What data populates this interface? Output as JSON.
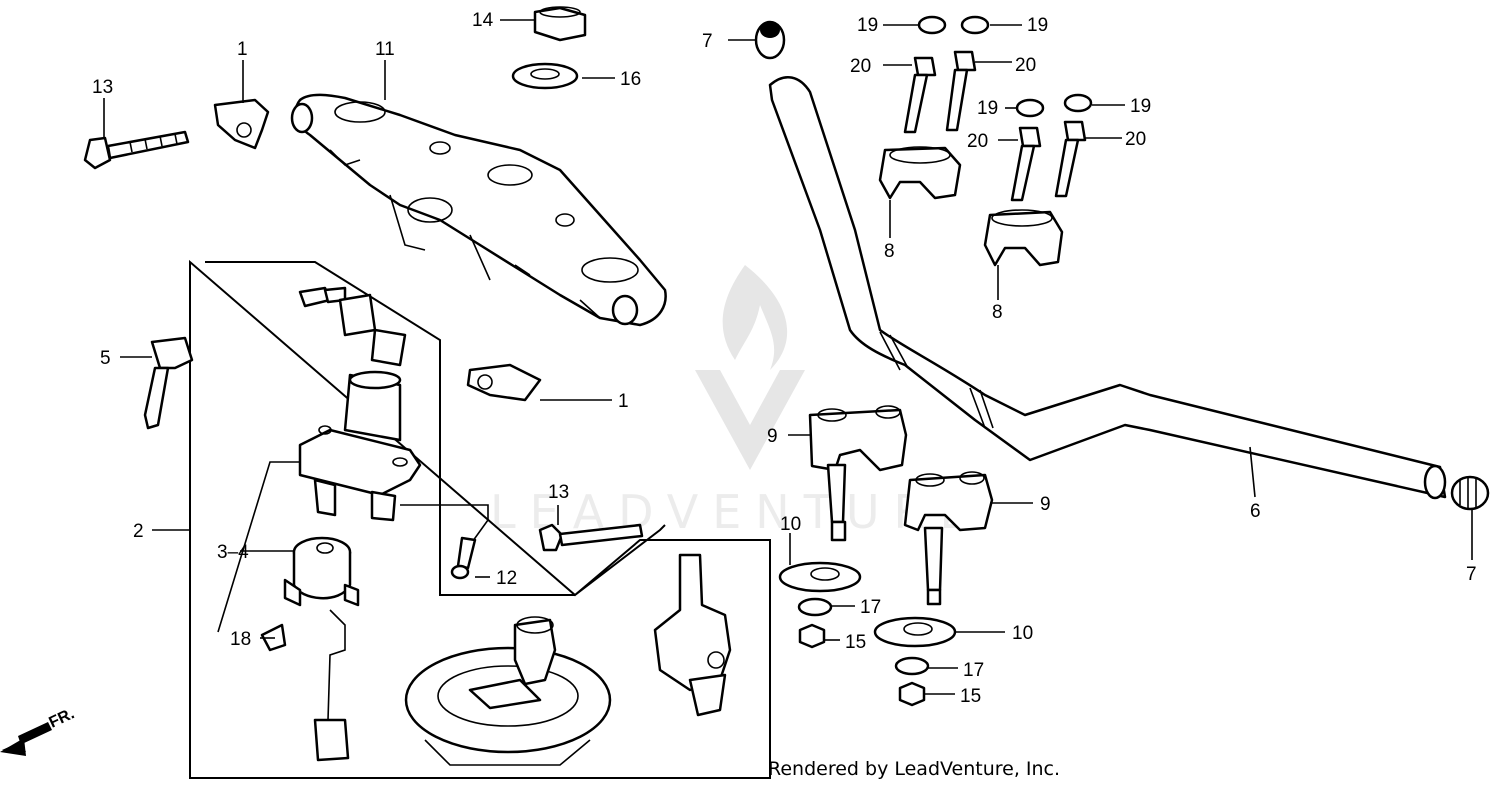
{
  "diagram": {
    "credit": "Rendered by LeadVenture, Inc.",
    "direction_label": "FR.",
    "watermark_text": "LEADVENTURE",
    "callouts": {
      "c1a": "1",
      "c1b": "1",
      "c2": "2",
      "c3_4": "3–4",
      "c5": "5",
      "c6": "6",
      "c7a": "7",
      "c7b": "7",
      "c8a": "8",
      "c8b": "8",
      "c9a": "9",
      "c9b": "9",
      "c10a": "10",
      "c10b": "10",
      "c11": "11",
      "c12": "12",
      "c13a": "13",
      "c13b": "13",
      "c14": "14",
      "c15a": "15",
      "c15b": "15",
      "c16": "16",
      "c17a": "17",
      "c17b": "17",
      "c18": "18",
      "c19a": "19",
      "c19b": "19",
      "c19c": "19",
      "c19d": "19",
      "c20a": "20",
      "c20b": "20",
      "c20c": "20",
      "c20d": "20"
    }
  }
}
